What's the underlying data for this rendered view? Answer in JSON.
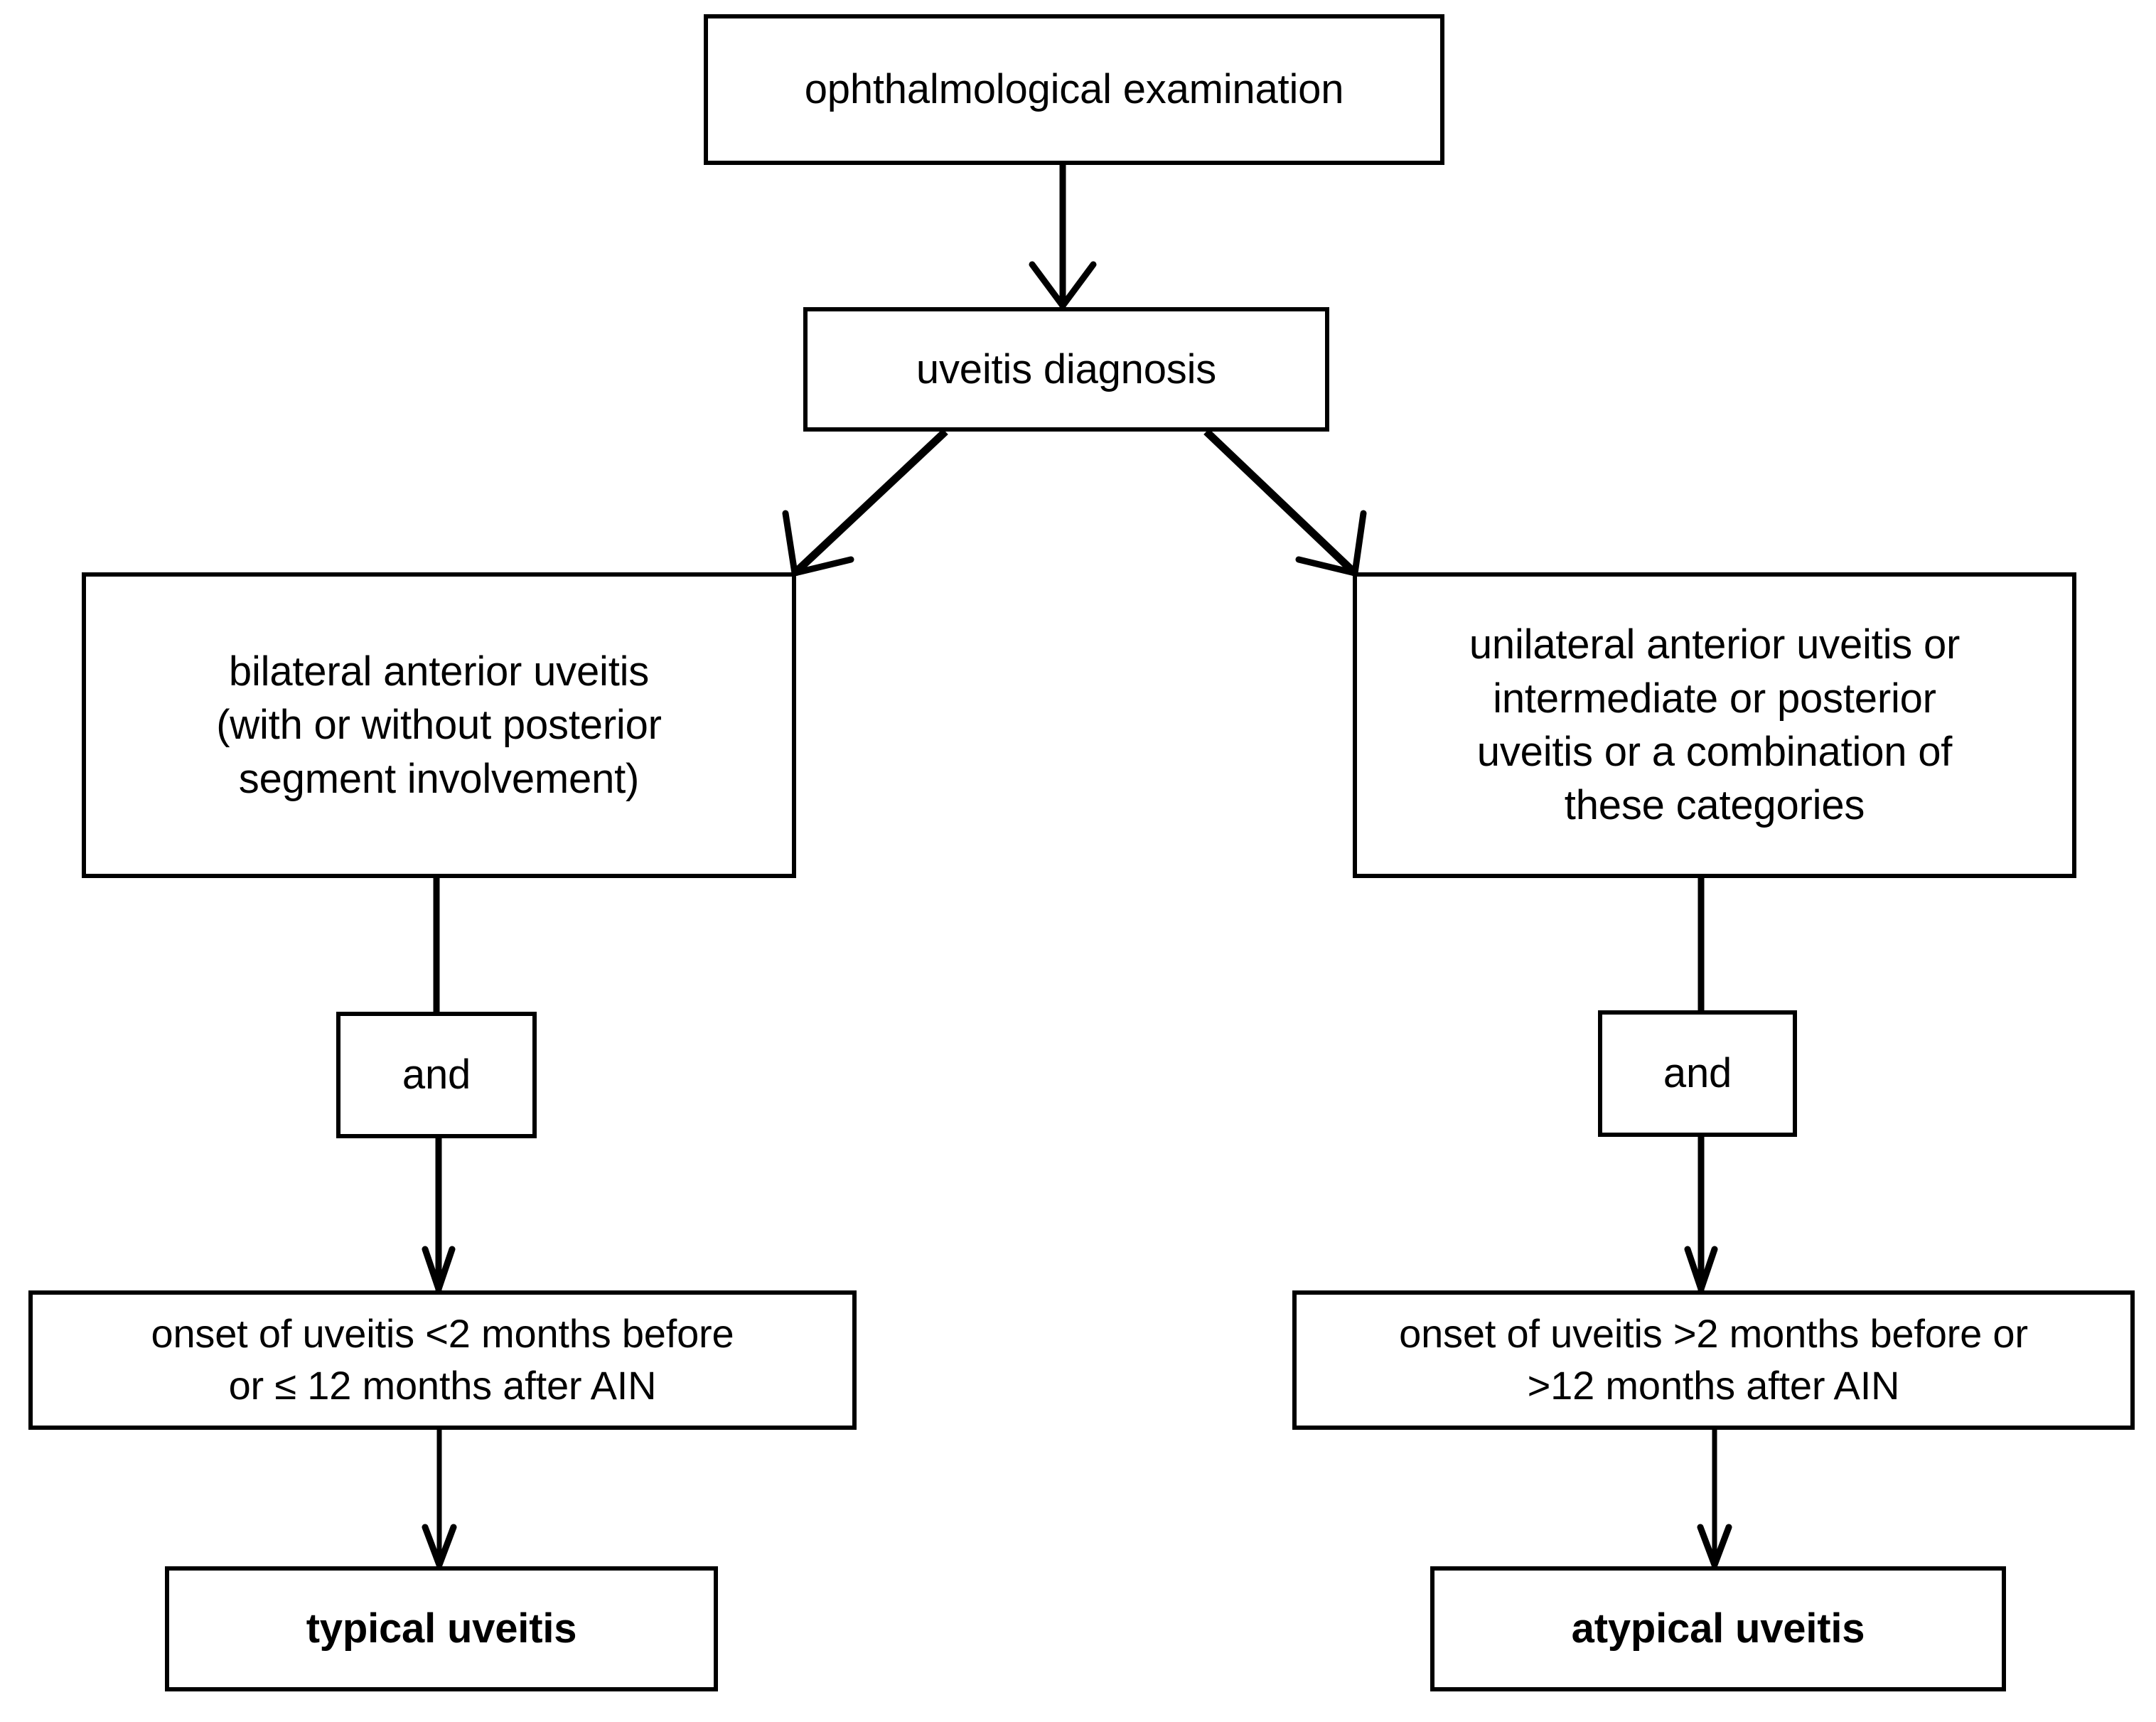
{
  "diagram": {
    "title": "Uveitis classification flowchart",
    "type": "flowchart",
    "orientation": "top-down",
    "background_color": "#ffffff",
    "line_color": "#000000",
    "text_color": "#000000",
    "nodes": {
      "exam": {
        "label": "ophthalmological examination",
        "shape": "rectangle",
        "bold": false
      },
      "diagnosis": {
        "label": "uveitis diagnosis",
        "shape": "rectangle",
        "bold": false
      },
      "bilateral": {
        "label": "bilateral anterior uveitis\n(with or without posterior\nsegment involvement)",
        "shape": "rectangle",
        "bold": false
      },
      "unilateral": {
        "label": "unilateral anterior uveitis or\nintermediate or posterior\nuveitis or a combination of\nthese categories",
        "shape": "rectangle",
        "bold": false
      },
      "and_left": {
        "label": "and",
        "shape": "rectangle",
        "bold": false
      },
      "and_right": {
        "label": "and",
        "shape": "rectangle",
        "bold": false
      },
      "onset_left": {
        "label": "onset of uveitis <2 months before\nor ≤ 12 months after AIN",
        "shape": "rectangle",
        "bold": false
      },
      "onset_right": {
        "label": "onset of uveitis >2 months before or\n>12 months after AIN",
        "shape": "rectangle",
        "bold": false
      },
      "typical": {
        "label": "typical uveitis",
        "shape": "rectangle",
        "bold": true
      },
      "atypical": {
        "label": "atypical uveitis",
        "shape": "rectangle",
        "bold": true
      }
    },
    "edges": [
      {
        "from": "exam",
        "to": "diagnosis",
        "arrowhead": true,
        "style": "vertical"
      },
      {
        "from": "diagnosis",
        "to": "bilateral",
        "arrowhead": true,
        "style": "diagonal-left"
      },
      {
        "from": "diagnosis",
        "to": "unilateral",
        "arrowhead": true,
        "style": "diagonal-right"
      },
      {
        "from": "bilateral",
        "to": "and_left",
        "arrowhead": false,
        "style": "vertical"
      },
      {
        "from": "and_left",
        "to": "onset_left",
        "arrowhead": true,
        "style": "vertical"
      },
      {
        "from": "onset_left",
        "to": "typical",
        "arrowhead": true,
        "style": "vertical"
      },
      {
        "from": "unilateral",
        "to": "and_right",
        "arrowhead": false,
        "style": "vertical"
      },
      {
        "from": "and_right",
        "to": "onset_right",
        "arrowhead": true,
        "style": "vertical"
      },
      {
        "from": "onset_right",
        "to": "atypical",
        "arrowhead": true,
        "style": "vertical"
      }
    ]
  }
}
